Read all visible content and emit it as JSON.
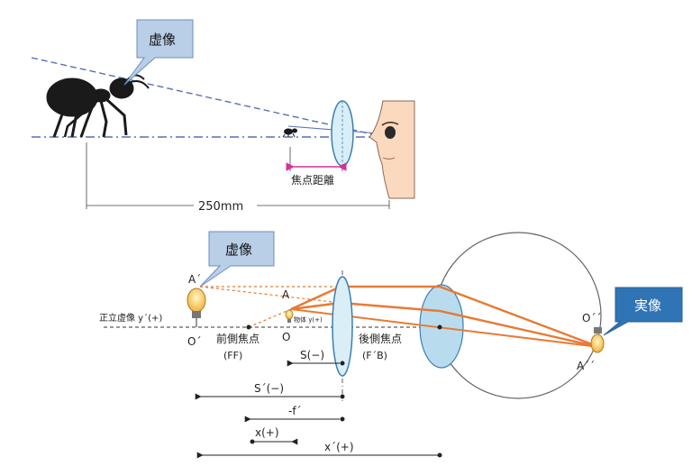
{
  "colors": {
    "dash_blue": "#5a6fb3",
    "magenta": "#d6309a",
    "ray_orange": "#e87a33",
    "lens_fill": "#d9eef7",
    "lens_stroke": "#3c7fb0",
    "callout_fill": "#b9cfe8",
    "callout_dark": "#2f75b5"
  },
  "top": {
    "callout_virtual": "虚像",
    "focal_distance": "焦点距離",
    "distance_250": "250mm"
  },
  "bottom": {
    "callout_virtual": "虚像",
    "callout_real": "実像",
    "A_prime": "A´",
    "A": "A",
    "O_prime": "O´",
    "O": "O",
    "erect_virtual": "正立虚像 y´(+)",
    "object": "物体 y(+)",
    "front_focus": "前側焦点",
    "front_focus_sym": "(FF)",
    "rear_focus": "後側焦点",
    "rear_focus_sym": "(F´B)",
    "S_minus": "S(−)",
    "S_prime_minus": "S´(−)",
    "neg_f_prime": "-f´",
    "x_plus": "x(+)",
    "x_prime_plus": "x´(+)",
    "O_double_prime": "O´´",
    "A_double_prime": "A´´"
  }
}
